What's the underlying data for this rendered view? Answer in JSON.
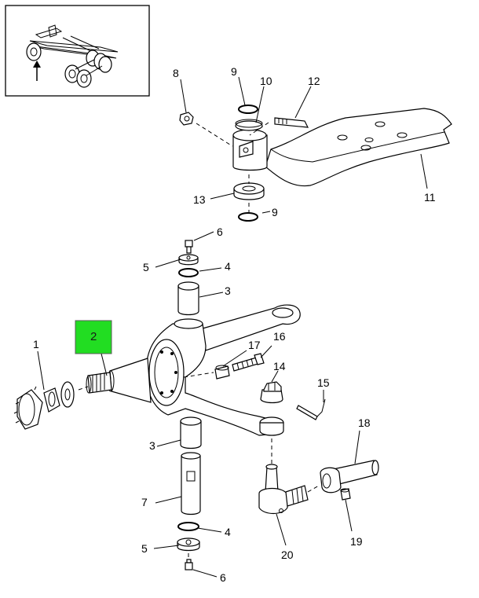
{
  "highlight_color": "#22dd22",
  "highlighted_part": "2",
  "callouts": [
    {
      "id": "c1",
      "label": "1"
    },
    {
      "id": "c2",
      "label": "2"
    },
    {
      "id": "c3a",
      "label": "3"
    },
    {
      "id": "c3b",
      "label": "3"
    },
    {
      "id": "c4a",
      "label": "4"
    },
    {
      "id": "c4b",
      "label": "4"
    },
    {
      "id": "c5a",
      "label": "5"
    },
    {
      "id": "c5b",
      "label": "5"
    },
    {
      "id": "c6a",
      "label": "6"
    },
    {
      "id": "c6b",
      "label": "6"
    },
    {
      "id": "c7",
      "label": "7"
    },
    {
      "id": "c8",
      "label": "8"
    },
    {
      "id": "c9a",
      "label": "9"
    },
    {
      "id": "c9b",
      "label": "9"
    },
    {
      "id": "c10",
      "label": "10"
    },
    {
      "id": "c11",
      "label": "11"
    },
    {
      "id": "c12",
      "label": "12"
    },
    {
      "id": "c13",
      "label": "13"
    },
    {
      "id": "c14",
      "label": "14"
    },
    {
      "id": "c15",
      "label": "15"
    },
    {
      "id": "c16",
      "label": "16"
    },
    {
      "id": "c17",
      "label": "17"
    },
    {
      "id": "c18",
      "label": "18"
    },
    {
      "id": "c19",
      "label": "19"
    },
    {
      "id": "c20",
      "label": "20"
    }
  ]
}
